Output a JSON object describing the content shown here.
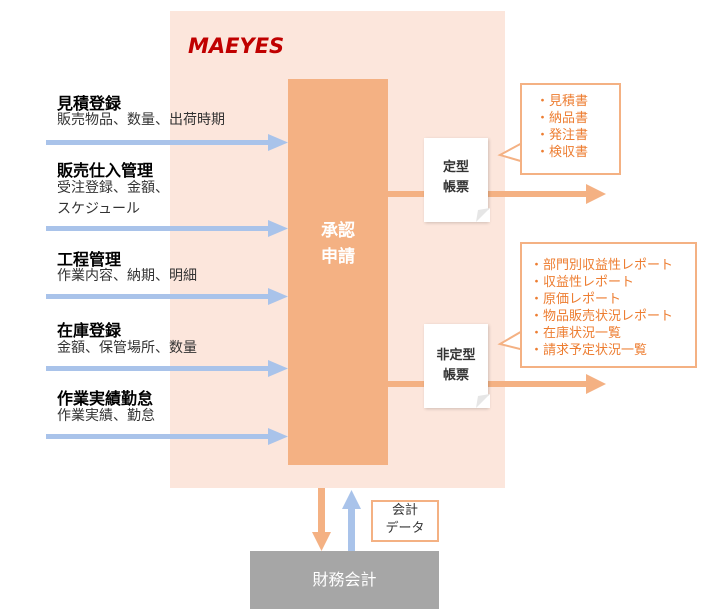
{
  "logo": {
    "text": "MAEYES"
  },
  "approval": {
    "label": "承認\n申請"
  },
  "inputs": [
    {
      "title": "見積登録",
      "desc": "販売物品、数量、出荷時期"
    },
    {
      "title": "販売仕入管理",
      "desc": "受注登録、金額、\nスケジュール"
    },
    {
      "title": "工程管理",
      "desc": "作業内容、納期、明細"
    },
    {
      "title": "在庫登録",
      "desc": "金額、保管場所、数量"
    },
    {
      "title": "作業実績勤怠",
      "desc": "作業実績、勤怠"
    }
  ],
  "outputs": {
    "fixed": {
      "label": "定型\n帳票",
      "items": [
        "見積書",
        "納品書",
        "発注書",
        "検収書"
      ]
    },
    "nonfixed": {
      "label": "非定型\n帳票",
      "items": [
        "部門別収益性レポート",
        "収益性レポート",
        "原価レポート",
        "物品販売状況レポート",
        "在庫状況一覧",
        "請求予定状況一覧"
      ]
    }
  },
  "finance": {
    "label": "財務会計"
  },
  "accounting": {
    "label": "会計\nデータ"
  },
  "colors": {
    "panel": "#fce6dc",
    "approval": "#f4b183",
    "input_arrow": "#a9c3ea",
    "output_arrow": "#f4b183",
    "callout_text": "#ed7d31",
    "finance": "#a6a6a6",
    "logo": "#c00000"
  }
}
